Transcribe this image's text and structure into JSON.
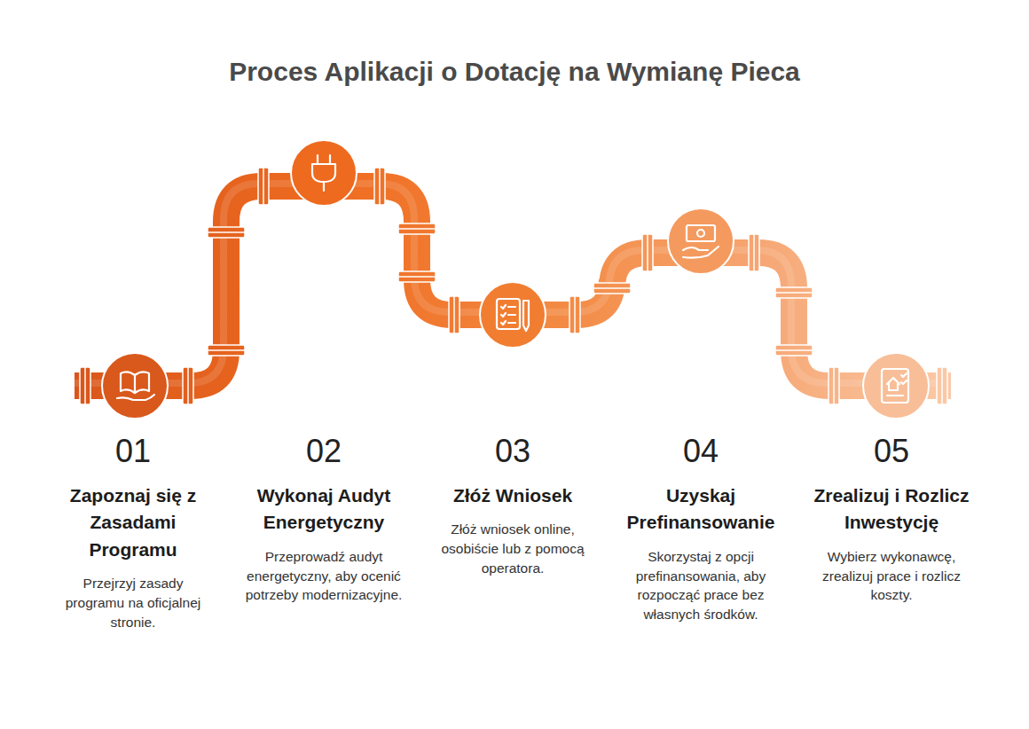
{
  "diagram": {
    "title": "Proces Aplikacji o Dotację na Wymianę Pieca",
    "nodes": [
      {
        "text": [
          "01",
          "Zapoznaj się z Zasadami Programu",
          "Przejrzyj zasady programu na oficjalnej stronie."
        ]
      },
      {
        "text": [
          "02",
          "Wykonaj Audyt Energetyczny",
          "Przeprowadź audyt energetyczny, aby ocenić potrzeby modernizacyjne."
        ]
      },
      {
        "text": [
          "03",
          "Złóż Wniosek",
          "Złóż wniosek online, osobiście lub z pomocą operatora."
        ]
      },
      {
        "text": [
          "04",
          "Uzyskaj Prefinansowanie",
          "Skorzystaj z opcji prefinansowania, aby rozpocząć prace bez własnych środków."
        ]
      },
      {
        "text": [
          "05",
          "Zrealizuj i Rozlicz Inwestycję",
          "Wybierz wykonawcę, zrealizuj prace i rozlicz koszty."
        ]
      }
    ]
  }
}
